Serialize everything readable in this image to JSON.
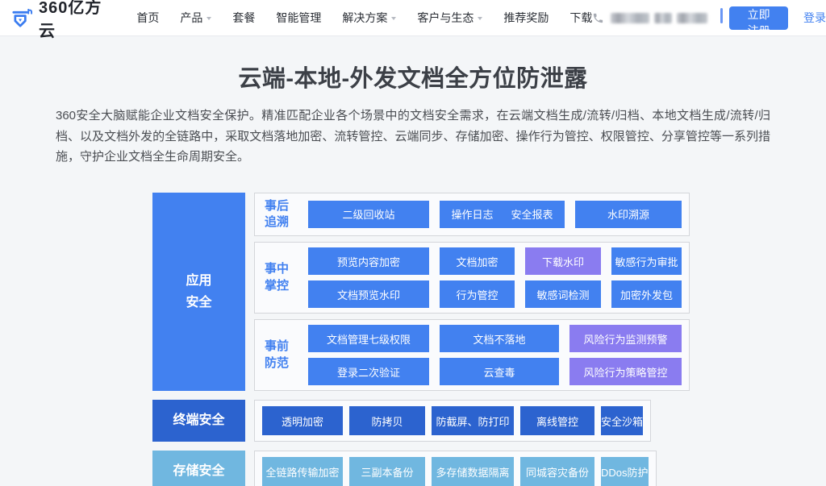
{
  "header": {
    "logo": {
      "text": "360亿方云"
    },
    "nav_items": [
      {
        "label": "首页",
        "dropdown": false
      },
      {
        "label": "产品",
        "dropdown": true
      },
      {
        "label": "套餐",
        "dropdown": false
      },
      {
        "label": "智能管理",
        "dropdown": false
      },
      {
        "label": "解决方案",
        "dropdown": true
      },
      {
        "label": "客户与生态",
        "dropdown": true
      },
      {
        "label": "推荐奖励",
        "dropdown": false
      },
      {
        "label": "下载",
        "dropdown": false
      }
    ],
    "register_label": "立即注册",
    "login_label": "登录"
  },
  "hero": {
    "title": "云端-本地-外发文档全方位防泄露",
    "description": "360安全大脑赋能企业文档安全保护。精准匹配企业各个场景中的文档安全需求，在云端文档生成/流转/归档、本地文档生成/流转/归档、以及文档外发的全链路中，采取文档落地加密、流转管控、云端同步、存储加密、操作行为管控、权限管控、分享管控等一系列措施，守护企业文档全生命周期安全。"
  },
  "diagram": {
    "colors": {
      "primary": "#4281f0",
      "purple": "#8a7cf0",
      "dark": "#2c63cf",
      "light": "#70b7e0"
    },
    "app_group": {
      "side_label_lines": [
        "应用",
        "安全"
      ],
      "panels": [
        {
          "label_lines": [
            "事后",
            "追溯"
          ],
          "boxes": [
            {
              "texts": [
                "二级回收站"
              ]
            },
            {
              "texts": [
                "操作日志",
                "安全报表"
              ]
            },
            {
              "texts": [
                "水印溯源"
              ]
            }
          ]
        },
        {
          "label_lines": [
            "事中",
            "掌控"
          ],
          "boxes": [
            {
              "texts": [
                "预览内容加密"
              ]
            },
            {
              "texts": [
                "文档加密"
              ]
            },
            {
              "texts": [
                "下载水印"
              ],
              "variant": "purple"
            },
            {
              "texts": [
                "敏感行为审批"
              ]
            },
            {
              "texts": [
                "文档预览水印"
              ]
            },
            {
              "texts": [
                "行为管控"
              ]
            },
            {
              "texts": [
                "敏感词检测"
              ]
            },
            {
              "texts": [
                "加密外发包"
              ]
            }
          ]
        },
        {
          "label_lines": [
            "事前",
            "防范"
          ],
          "boxes": [
            {
              "texts": [
                "文档管理七级权限"
              ]
            },
            {
              "texts": [
                "文档不落地"
              ]
            },
            {
              "texts": [
                "风险行为监测预警"
              ],
              "variant": "purple"
            },
            {
              "texts": [
                "登录二次验证"
              ]
            },
            {
              "texts": [
                "云查毒"
              ]
            },
            {
              "texts": [
                "风险行为策略管控"
              ],
              "variant": "purple"
            }
          ]
        }
      ]
    },
    "terminal_row": {
      "side_label": "终端安全",
      "variant": "dark",
      "items": [
        "透明加密",
        "防拷贝",
        "防截屏、防打印",
        "离线管控",
        "安全沙箱"
      ]
    },
    "storage_row": {
      "side_label": "存储安全",
      "variant": "light",
      "items": [
        "全链路传输加密",
        "三副本备份",
        "多存储数据隔离",
        "同城容灾备份",
        "DDos防护"
      ]
    }
  }
}
